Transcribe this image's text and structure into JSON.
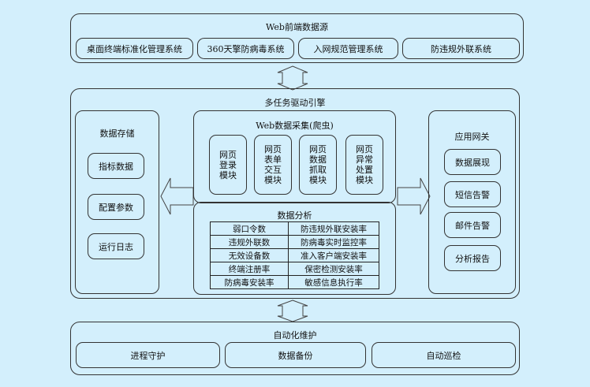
{
  "web_frontend": {
    "title": "Web前端数据源",
    "systems": [
      "桌面终端标准化管理系统",
      "360天擎防病毒系统",
      "入网规范管理系统",
      "防违规外联系统"
    ]
  },
  "engine": {
    "title": "多任务驱动引擎",
    "storage": {
      "title": "数据存储",
      "items": [
        "指标数据",
        "配置参数",
        "运行日志"
      ]
    },
    "crawler": {
      "title": "Web数据采集(爬虫)",
      "modules": [
        "网页\n登录\n模块",
        "网页\n表单\n交互\n模块",
        "网页\n数据\n抓取\n模块",
        "网页\n异常\n处置\n模块"
      ]
    },
    "analysis": {
      "title": "数据分析",
      "rows": [
        [
          "弱口令数",
          "防违规外联安装率"
        ],
        [
          "违规外联数",
          "防病毒实时监控率"
        ],
        [
          "无效设备数",
          "准入客户端安装率"
        ],
        [
          "终端注册率",
          "保密检测安装率"
        ],
        [
          "防病毒安装率",
          "敏感信息执行率"
        ]
      ]
    },
    "gateway": {
      "title": "应用网关",
      "items": [
        "数据展现",
        "短信告警",
        "邮件告警",
        "分析报告"
      ]
    }
  },
  "maintenance": {
    "title": "自动化维护",
    "items": [
      "进程守护",
      "数据备份",
      "自动巡检"
    ]
  },
  "arrows": {
    "top": "double-vertical-arrow",
    "bottom": "double-vertical-arrow",
    "left": "left-arrow",
    "right": "right-arrow"
  }
}
